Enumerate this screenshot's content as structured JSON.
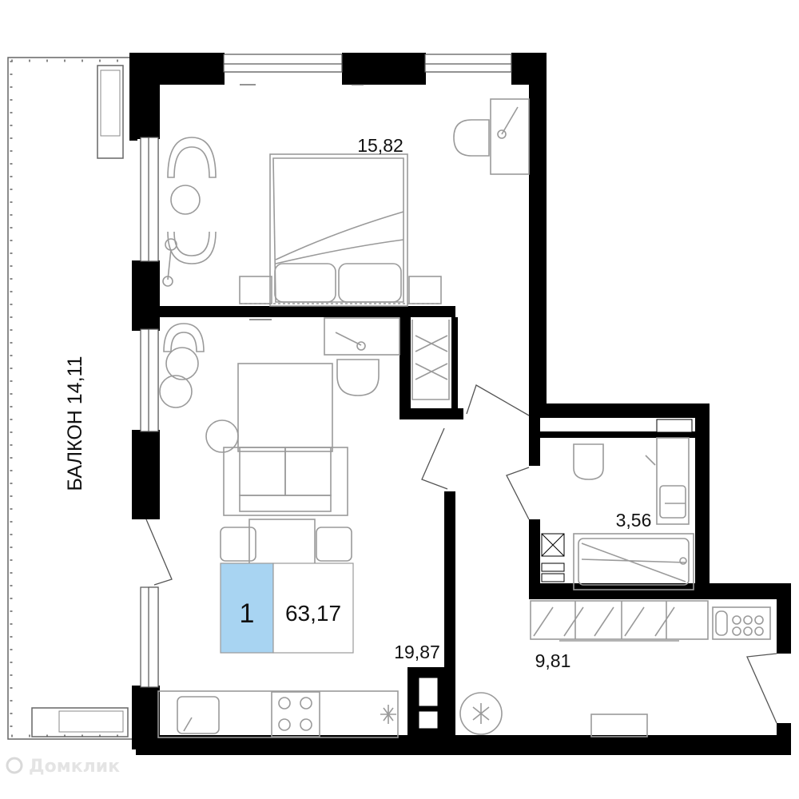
{
  "plan": {
    "rooms_count": "1",
    "total_area": "63,17",
    "rooms": [
      {
        "id": "bedroom",
        "area": "15,82"
      },
      {
        "id": "living-kitchen",
        "area": "19,87"
      },
      {
        "id": "bathroom",
        "area": "3,56"
      },
      {
        "id": "hall",
        "area": "9,81"
      }
    ],
    "balcony_label": "БАЛКОН 14,11"
  },
  "watermark": "Домклик",
  "colors": {
    "wall": "#000000",
    "furniture": "#9a9a9a",
    "badge": "#a8d4f2",
    "background": "#ffffff"
  }
}
